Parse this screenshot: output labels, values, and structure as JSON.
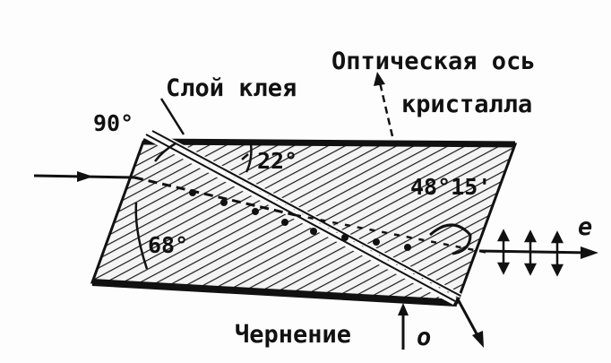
{
  "labels": {
    "optical_axis_line1": "Оптическая ось",
    "optical_axis_line2": "кристалла",
    "glue_layer": "Слой клея",
    "blackening": "Чернение",
    "angle_90": "90°",
    "angle_22": "22°",
    "angle_48": "48°15'",
    "angle_68": "68°",
    "ray_e": "e",
    "ray_o": "o"
  },
  "colors": {
    "ink": "#111111",
    "background": "#fdfdfd"
  }
}
